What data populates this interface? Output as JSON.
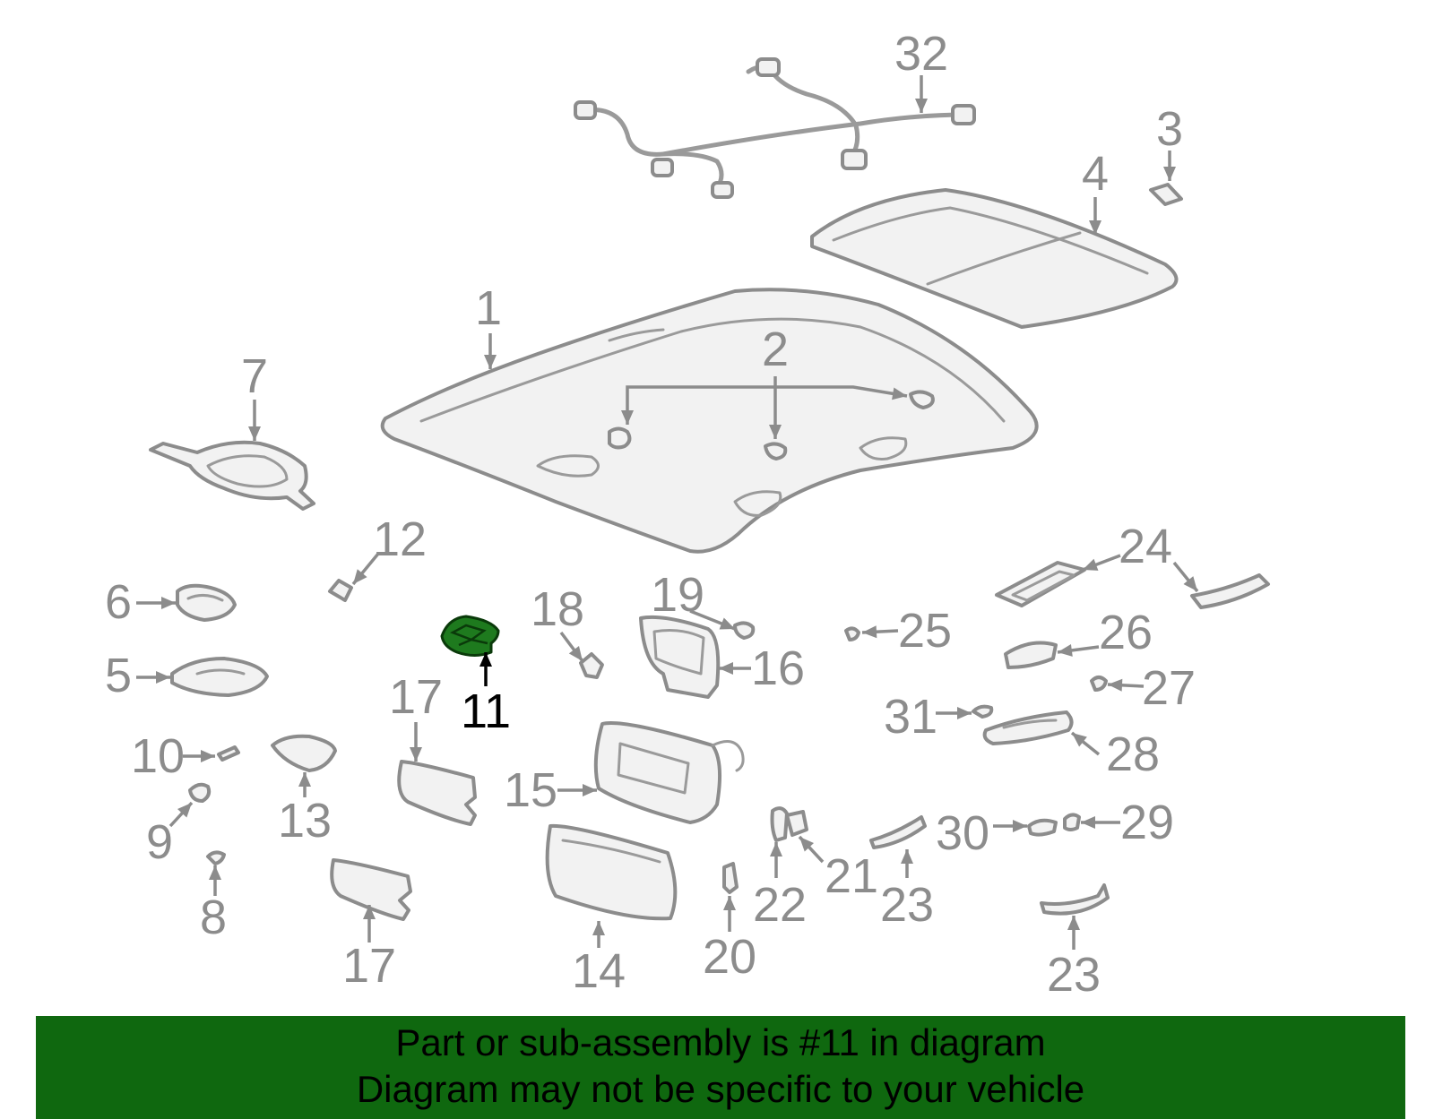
{
  "colors": {
    "callout_gray": "#8c8c8c",
    "highlight_label": "#000000",
    "highlight_part": "#1e7a1e",
    "banner_background": "#0f680f",
    "banner_text": "#000000"
  },
  "callouts": [
    {
      "id": "1",
      "text": "1"
    },
    {
      "id": "2",
      "text": "2"
    },
    {
      "id": "3",
      "text": "3"
    },
    {
      "id": "4",
      "text": "4"
    },
    {
      "id": "5",
      "text": "5"
    },
    {
      "id": "6",
      "text": "6"
    },
    {
      "id": "7",
      "text": "7"
    },
    {
      "id": "8",
      "text": "8"
    },
    {
      "id": "9",
      "text": "9"
    },
    {
      "id": "10",
      "text": "10"
    },
    {
      "id": "11",
      "text": "11",
      "highlighted": true
    },
    {
      "id": "12",
      "text": "12"
    },
    {
      "id": "13",
      "text": "13"
    },
    {
      "id": "14",
      "text": "14"
    },
    {
      "id": "15",
      "text": "15"
    },
    {
      "id": "16",
      "text": "16"
    },
    {
      "id": "17a",
      "text": "17"
    },
    {
      "id": "17b",
      "text": "17"
    },
    {
      "id": "18",
      "text": "18"
    },
    {
      "id": "19",
      "text": "19"
    },
    {
      "id": "20",
      "text": "20"
    },
    {
      "id": "21",
      "text": "21"
    },
    {
      "id": "22",
      "text": "22"
    },
    {
      "id": "23a",
      "text": "23"
    },
    {
      "id": "23b",
      "text": "23"
    },
    {
      "id": "24",
      "text": "24"
    },
    {
      "id": "25",
      "text": "25"
    },
    {
      "id": "26",
      "text": "26"
    },
    {
      "id": "27",
      "text": "27"
    },
    {
      "id": "28",
      "text": "28"
    },
    {
      "id": "29",
      "text": "29"
    },
    {
      "id": "30",
      "text": "30"
    },
    {
      "id": "31",
      "text": "31"
    },
    {
      "id": "32",
      "text": "32"
    }
  ],
  "banner": {
    "line1": "Part or sub-assembly is #11 in diagram",
    "line2": "Diagram may not be specific to your vehicle"
  }
}
